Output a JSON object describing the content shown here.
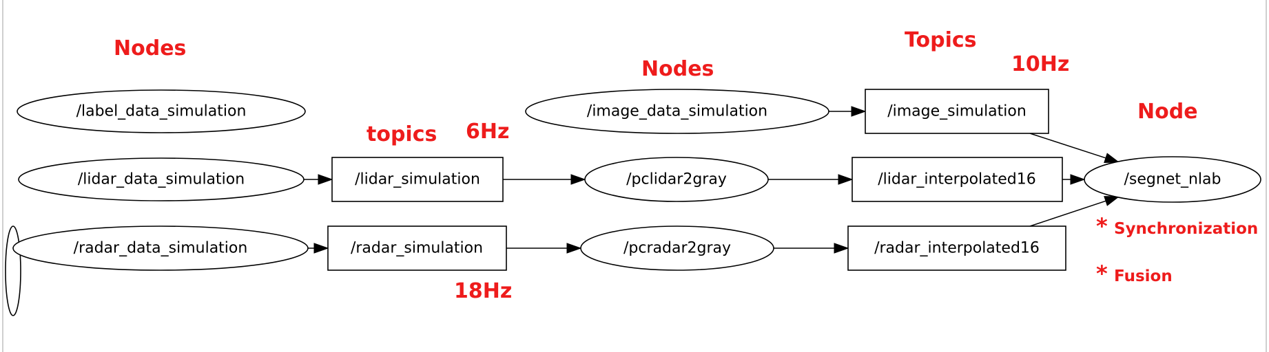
{
  "colors": {
    "annotation": "#ee1c1c",
    "stroke": "#000000",
    "background": "#ffffff"
  },
  "graph": {
    "nodes": {
      "label_data_simulation": {
        "label": "/label_data_simulation",
        "shape": "ellipse"
      },
      "lidar_data_simulation": {
        "label": "/lidar_data_simulation",
        "shape": "ellipse"
      },
      "radar_data_simulation": {
        "label": "/radar_data_simulation",
        "shape": "ellipse"
      },
      "image_data_simulation": {
        "label": "/image_data_simulation",
        "shape": "ellipse"
      },
      "pclidar2gray": {
        "label": "/pclidar2gray",
        "shape": "ellipse"
      },
      "pcradar2gray": {
        "label": "/pcradar2gray",
        "shape": "ellipse"
      },
      "segnet_nlab": {
        "label": "/segnet_nlab",
        "shape": "ellipse"
      },
      "lidar_simulation": {
        "label": "/lidar_simulation",
        "shape": "box"
      },
      "radar_simulation": {
        "label": "/radar_simulation",
        "shape": "box"
      },
      "image_simulation": {
        "label": "/image_simulation",
        "shape": "box"
      },
      "lidar_interpolated16": {
        "label": "/lidar_interpolated16",
        "shape": "box"
      },
      "radar_interpolated16": {
        "label": "/radar_interpolated16",
        "shape": "box"
      }
    },
    "edges": [
      {
        "from": "lidar_data_simulation",
        "to": "lidar_simulation"
      },
      {
        "from": "lidar_simulation",
        "to": "pclidar2gray"
      },
      {
        "from": "pclidar2gray",
        "to": "lidar_interpolated16"
      },
      {
        "from": "lidar_interpolated16",
        "to": "segnet_nlab"
      },
      {
        "from": "radar_data_simulation",
        "to": "radar_simulation"
      },
      {
        "from": "radar_simulation",
        "to": "pcradar2gray"
      },
      {
        "from": "pcradar2gray",
        "to": "radar_interpolated16"
      },
      {
        "from": "radar_interpolated16",
        "to": "segnet_nlab"
      },
      {
        "from": "image_data_simulation",
        "to": "image_simulation"
      },
      {
        "from": "image_simulation",
        "to": "segnet_nlab"
      }
    ]
  },
  "annotations": {
    "nodes_left": "Nodes",
    "nodes_middle": "Nodes",
    "topics_upper": "Topics",
    "topics_lower": "topics",
    "node_right": "Node",
    "rate_6hz": "6Hz",
    "rate_10hz": "10Hz",
    "rate_18hz": "18Hz",
    "bullet_synchronization": "Synchronization",
    "bullet_fusion": "Fusion",
    "bullet_marker": "*"
  }
}
